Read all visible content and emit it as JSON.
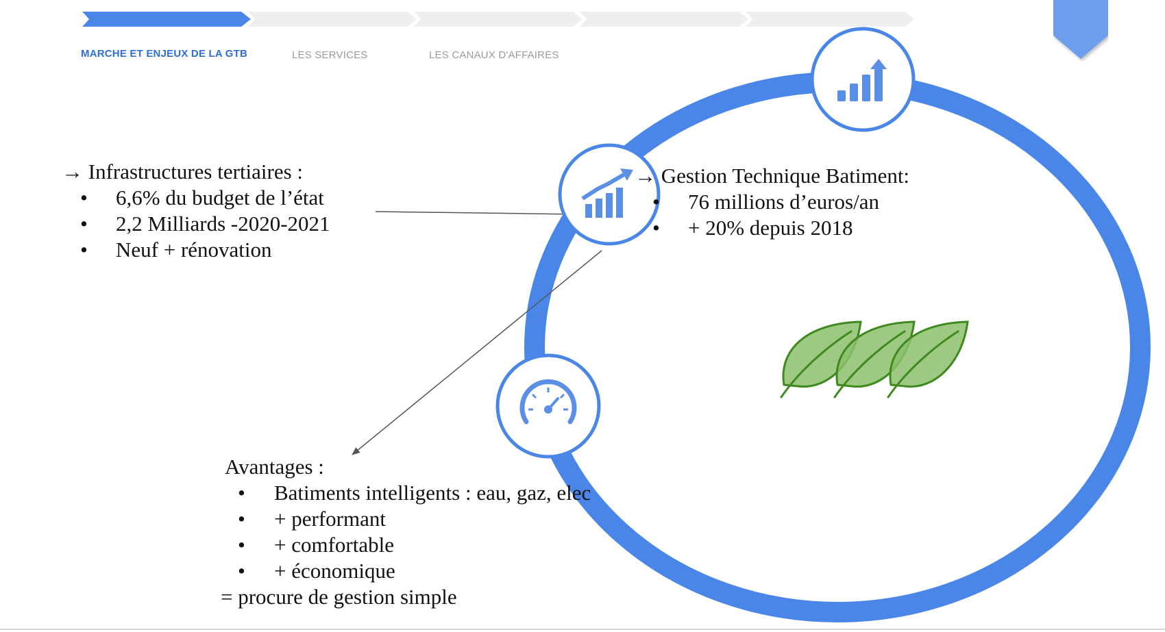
{
  "steps": [
    {
      "label": "MARCHE ET ENJEUX DE LA GTB",
      "active": true
    },
    {
      "label": "LES SERVICES",
      "active": false
    },
    {
      "label": "LES CANAUX D'AFFAIRES",
      "active": false
    },
    {
      "label": "",
      "active": false
    },
    {
      "label": "",
      "active": false
    }
  ],
  "colors": {
    "accent": "#4a86e8",
    "leaf": "#8cbf6c",
    "leaf_stroke": "#3f8a1f"
  },
  "icons": {
    "top": "bar-chart-arrow-icon",
    "upper_left": "growth-chart-icon",
    "lower_left": "speedometer-icon",
    "leaves": "eco-leaves-icon"
  },
  "infra": {
    "heading": "→ Infrastructures tertiaires :",
    "bullet": "•",
    "items": [
      "6,6% du budget de l’état",
      "2,2 Milliards -2020-2021",
      "Neuf + rénovation"
    ]
  },
  "gtb": {
    "heading": "→ Gestion Technique Batiment:",
    "bullet": "•",
    "items": [
      "76 millions d’euros/an",
      "+ 20% depuis 2018"
    ]
  },
  "avantages": {
    "heading": "Avantages :",
    "bullet": "•",
    "items": [
      "Batiments intelligents : eau, gaz, elec",
      "+ performant",
      "+ comfortable",
      "+ économique"
    ],
    "conclusion": "=  procure de gestion simple"
  }
}
